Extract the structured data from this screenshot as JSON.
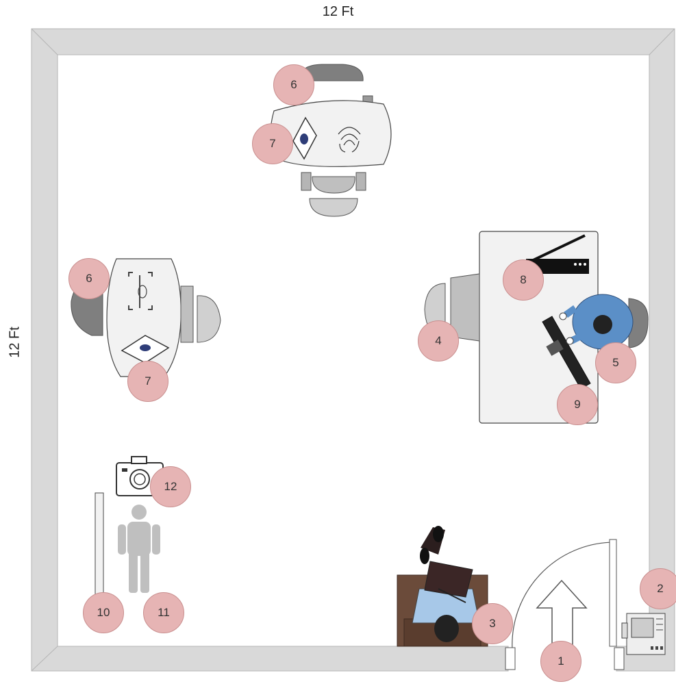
{
  "dimensions": {
    "width_label": "12 Ft",
    "height_label": "12 Ft"
  },
  "markers": [
    {
      "id": "m1",
      "label": "1"
    },
    {
      "id": "m2",
      "label": "2"
    },
    {
      "id": "m3",
      "label": "3"
    },
    {
      "id": "m4",
      "label": "4"
    },
    {
      "id": "m5",
      "label": "5"
    },
    {
      "id": "m6a",
      "label": "6"
    },
    {
      "id": "m6b",
      "label": "6"
    },
    {
      "id": "m7a",
      "label": "7"
    },
    {
      "id": "m7b",
      "label": "7"
    },
    {
      "id": "m8",
      "label": "8"
    },
    {
      "id": "m9",
      "label": "9"
    },
    {
      "id": "m10",
      "label": "10"
    },
    {
      "id": "m11",
      "label": "11"
    },
    {
      "id": "m12",
      "label": "12"
    }
  ],
  "colors": {
    "wall": "#d9d9d9",
    "marker_fill": "#e6b4b4",
    "chair": "#a6a6a6",
    "table": "#f2f2f2",
    "person_shirt": "#5b8fc7"
  }
}
